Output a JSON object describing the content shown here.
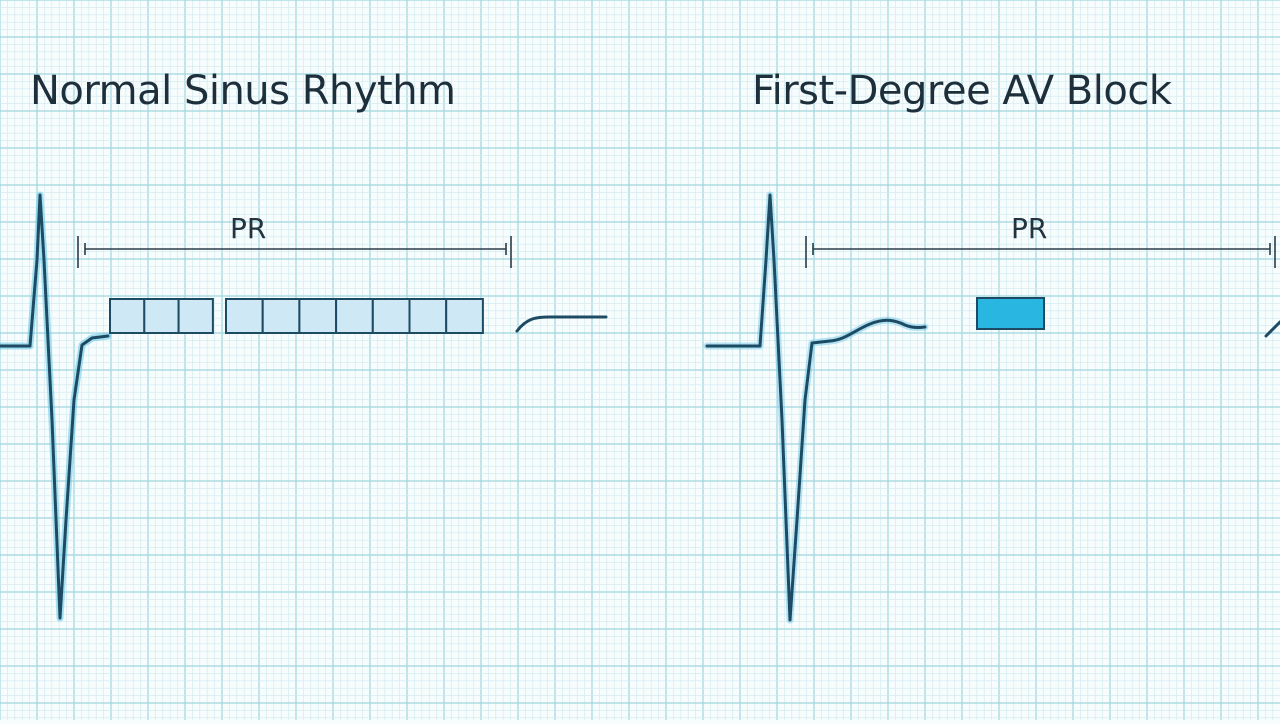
{
  "panels": [
    {
      "title": "Normal Sinus Rhythm",
      "interval_label": "PR",
      "highlight_boxes": 10
    },
    {
      "title": "First-Degree AV Block",
      "interval_label": "PR",
      "highlight_boxes": 1
    }
  ],
  "colors": {
    "background": "#f7fcfd",
    "grid_minor": "#cfe9ee",
    "grid_major": "#9fd6df",
    "trace": "#1d4b63",
    "trace_glow": "#63c6e6",
    "box_fill_light": "#cfe8f5",
    "box_fill_accent": "#29b6e0",
    "text": "#1e2f3c"
  }
}
